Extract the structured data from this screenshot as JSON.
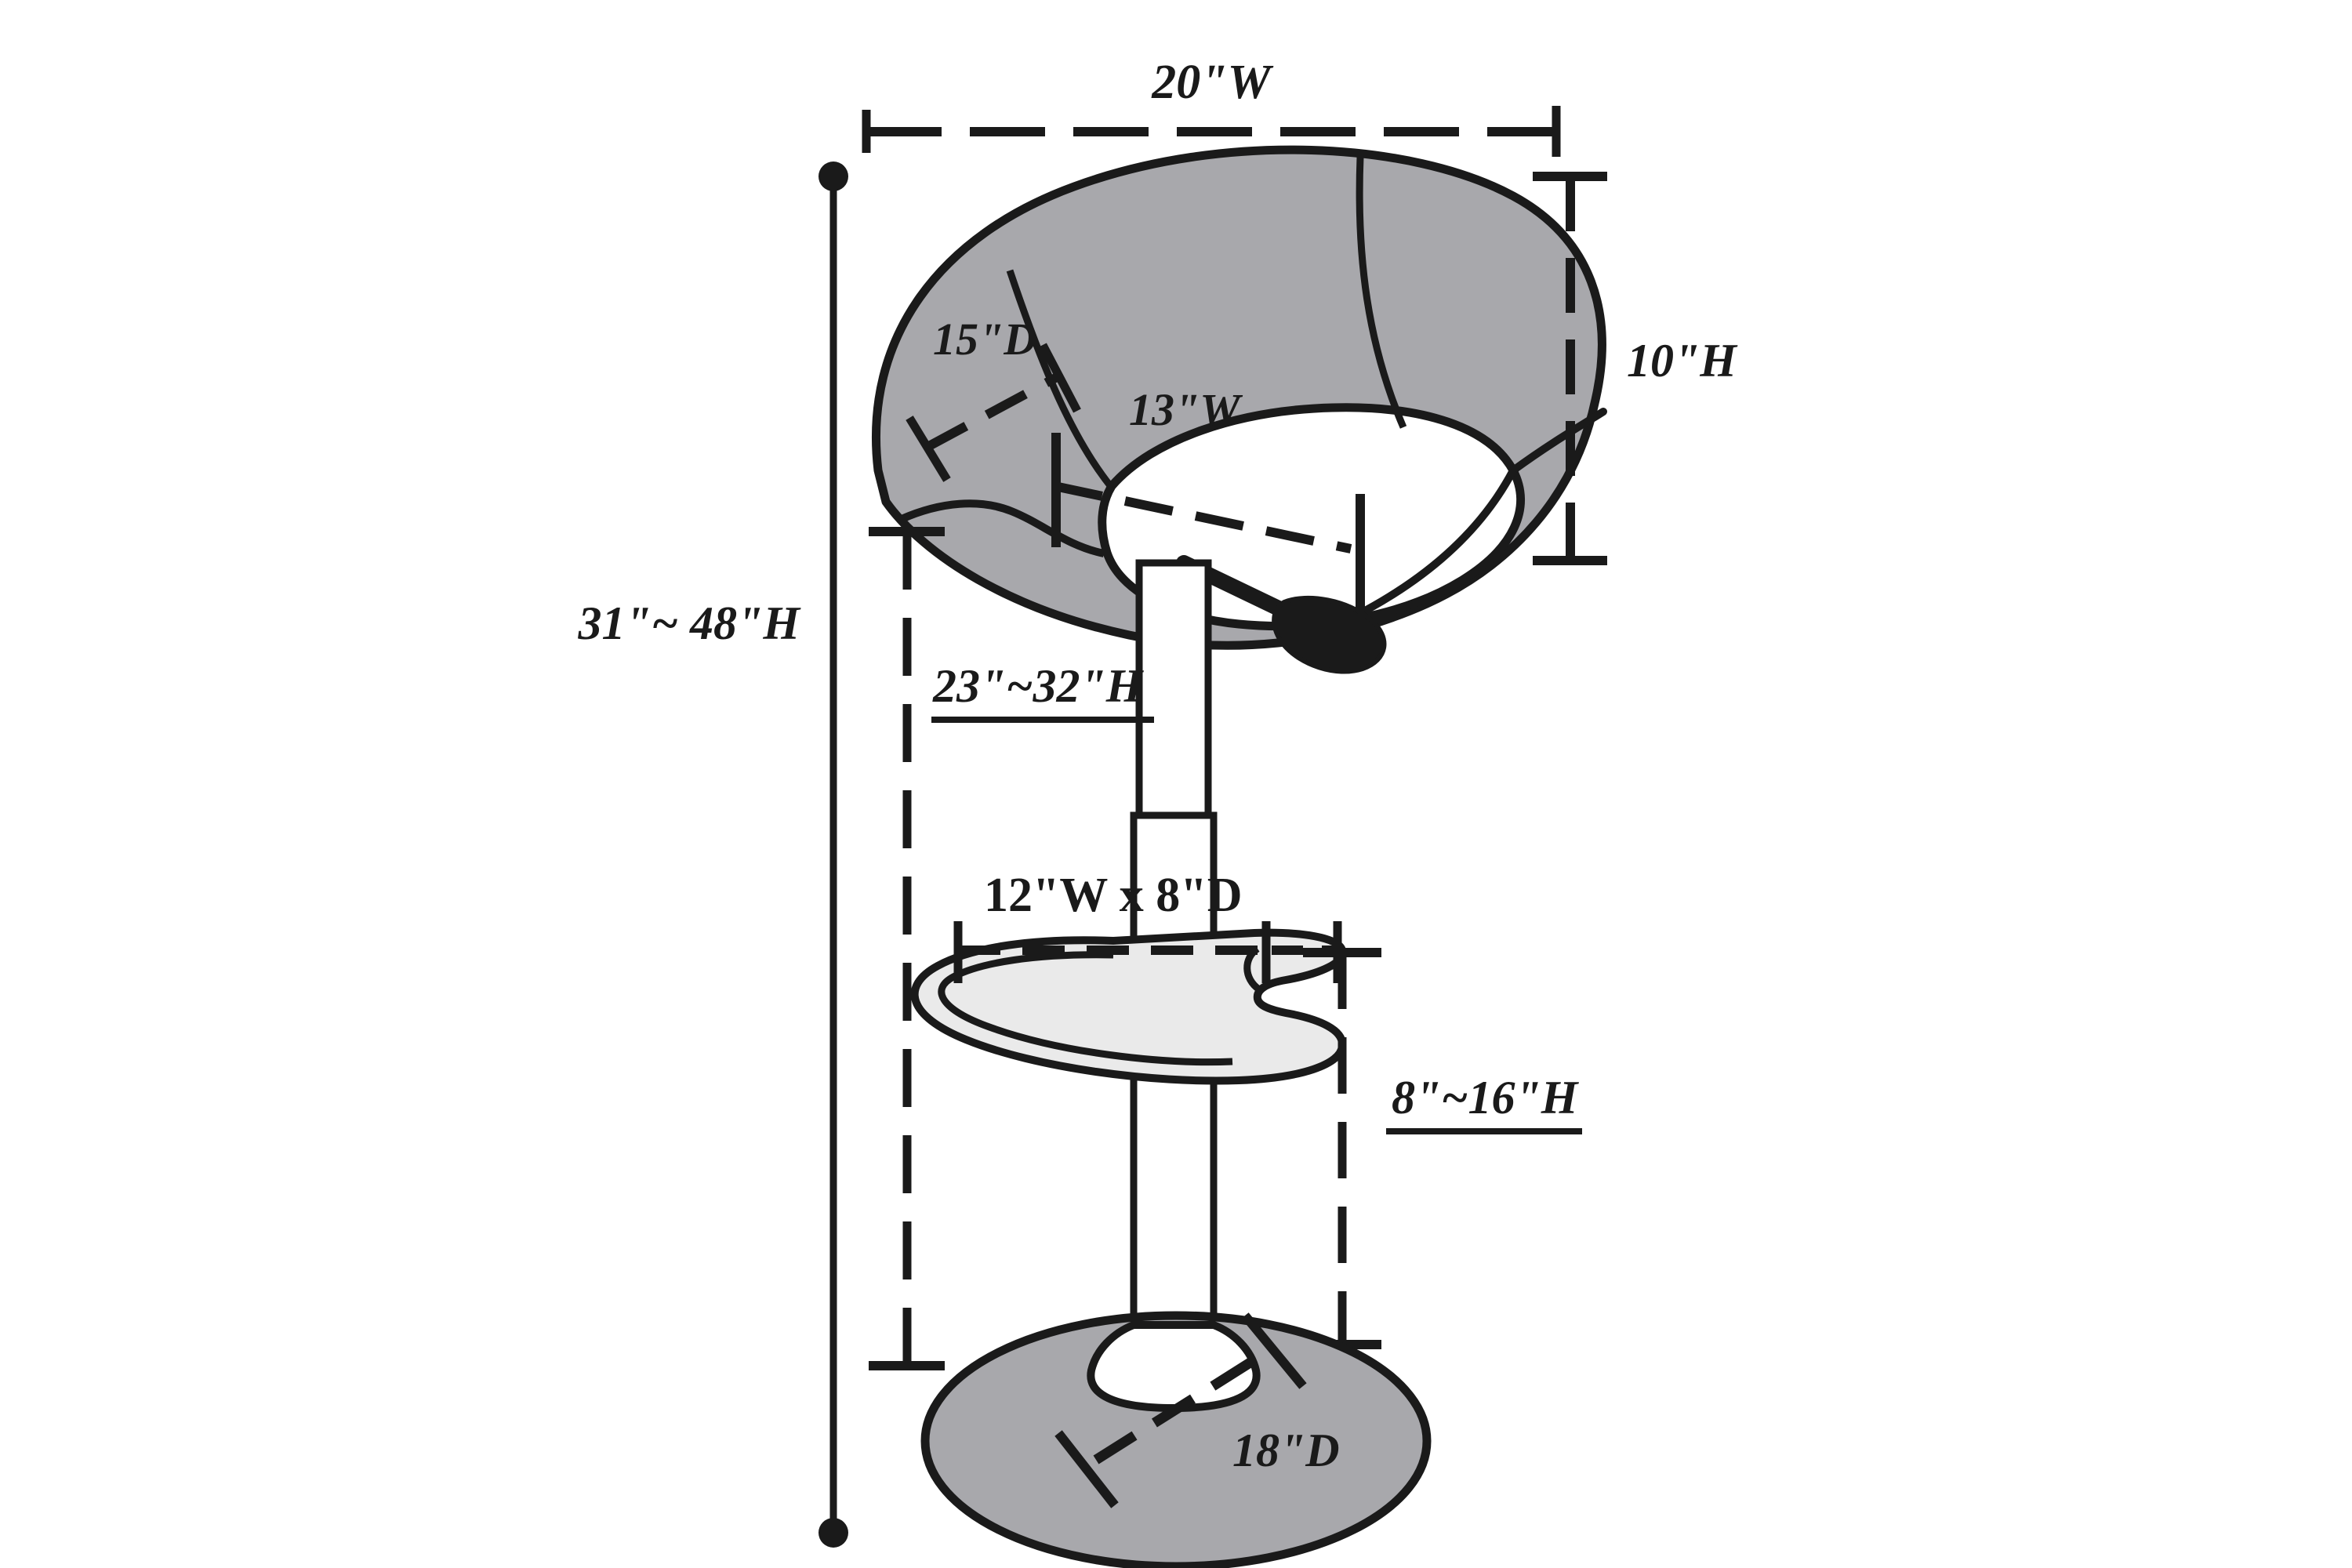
{
  "diagram": {
    "title": "Adjustable Swivel Bar Stool Dimension Diagram",
    "subject": "bar-stool",
    "background_color": "#ffffff",
    "line_color": "#1a1a1a",
    "upholstery_color": "#a8a8ac",
    "footrest_color": "#eaeaea",
    "base_color": "#a8a8ac",
    "column_color": "#ffffff"
  },
  "dimensions": {
    "overall_width": {
      "label": "20\"W",
      "value": 20,
      "unit": "inch",
      "axis": "width",
      "style": "italic",
      "underline": false,
      "placement": "top"
    },
    "seat_depth": {
      "label": "15\"D",
      "value": 15,
      "unit": "inch",
      "axis": "depth",
      "style": "italic",
      "underline": false,
      "placement": "seat-left"
    },
    "seat_width": {
      "label": "13\"W",
      "value": 13,
      "unit": "inch",
      "axis": "width",
      "style": "italic",
      "underline": false,
      "placement": "seat-center"
    },
    "back_height": {
      "label": "10\"H",
      "value": 10,
      "unit": "inch",
      "axis": "height",
      "style": "italic",
      "underline": false,
      "placement": "right-of-seat"
    },
    "overall_height": {
      "label": "31\"~ 48\"H",
      "min": 31,
      "max": 48,
      "unit": "inch",
      "axis": "height",
      "style": "italic",
      "underline": false,
      "placement": "far-left"
    },
    "seat_height": {
      "label": "23\"~32\"H",
      "min": 23,
      "max": 32,
      "unit": "inch",
      "axis": "height",
      "style": "italic",
      "underline": true,
      "placement": "column-left"
    },
    "footrest_size": {
      "label": "12\"W x 8\"D",
      "width": 12,
      "depth": 8,
      "unit": "inch",
      "axis": "width-depth",
      "style": "upright",
      "underline": false,
      "placement": "above-footrest"
    },
    "footrest_height": {
      "label": "8\"~16\"H",
      "min": 8,
      "max": 16,
      "unit": "inch",
      "axis": "height",
      "style": "italic",
      "underline": true,
      "placement": "right-of-column"
    },
    "base_diameter": {
      "label": "18\"D",
      "value": 18,
      "unit": "inch",
      "axis": "diameter",
      "style": "italic",
      "underline": false,
      "placement": "on-base"
    }
  },
  "parts": {
    "seat": "upholstered-round-tub-seat",
    "seat_opening": "oval-seat-opening",
    "gas_lift_lever": "pneumatic-adjustment-lever",
    "column": "telescoping-gas-cylinder-column",
    "footrest": "open-ring-footrest",
    "base": "round-pedestal-base"
  }
}
